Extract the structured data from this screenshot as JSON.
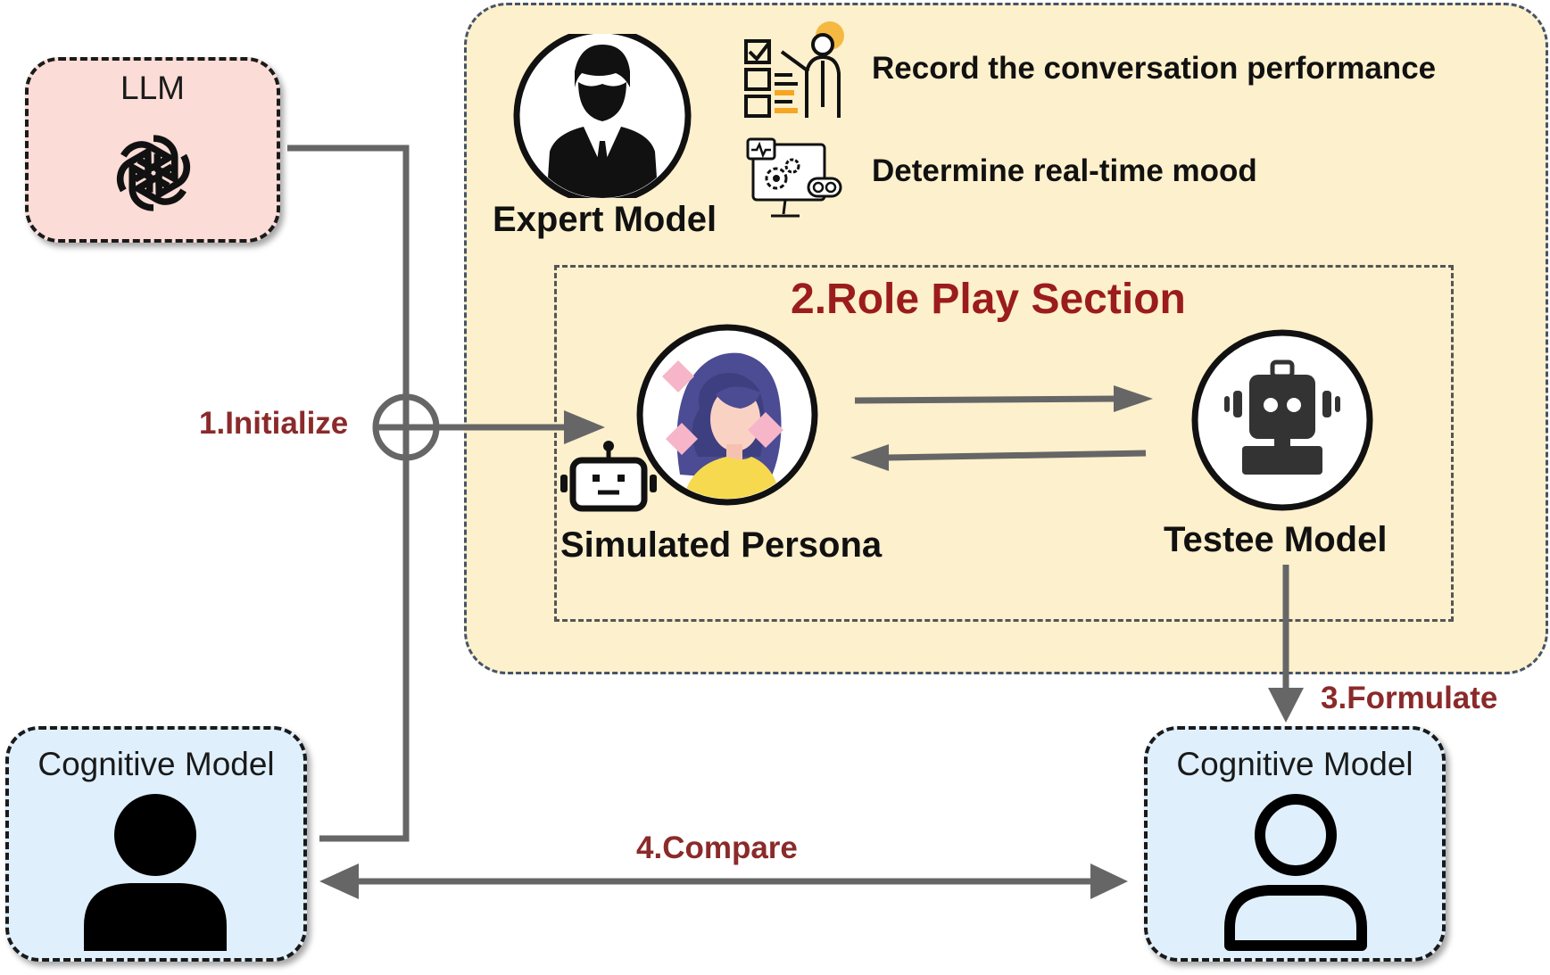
{
  "llm": {
    "label": "LLM",
    "icon": "openai-logo-icon"
  },
  "expert": {
    "label": "Expert Model",
    "task1": "Record the conversation performance",
    "task2": "Determine real-time mood"
  },
  "role_play": {
    "title": "2.Role Play Section",
    "persona_label": "Simulated Persona",
    "testee_label": "Testee Model"
  },
  "steps": {
    "initialize": "1.Initialize",
    "formulate": "3.Formulate",
    "compare": "4.Compare"
  },
  "cognitive_left": {
    "label": "Cognitive Model",
    "icon": "user-filled-icon"
  },
  "cognitive_right": {
    "label": "Cognitive Model",
    "icon": "user-outline-icon"
  },
  "colors": {
    "llm_bg": "#fbdcd6",
    "expert_bg": "#fdf0cc",
    "cognitive_bg": "#dff0fc",
    "step_text": "#8b2a2a",
    "section_title": "#9b1c1c",
    "arrow": "#666666"
  }
}
